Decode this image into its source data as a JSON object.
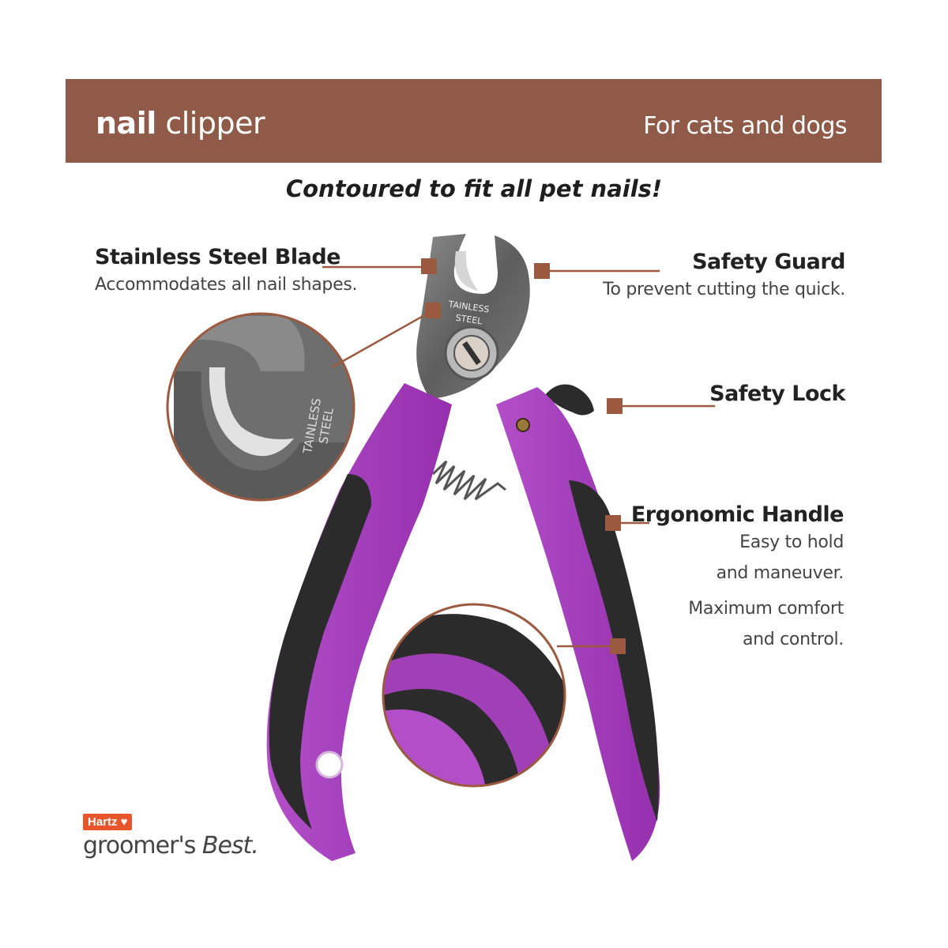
{
  "banner": {
    "title_bold": "nail",
    "title_light": "clipper",
    "subtitle": "For cats and dogs"
  },
  "tagline": "Contoured to fit all pet nails!",
  "features": {
    "blade": {
      "title": "Stainless Steel Blade",
      "desc": [
        "Accommodates all nail shapes."
      ]
    },
    "guard": {
      "title": "Safety Guard",
      "desc": [
        "To prevent cutting the quick."
      ]
    },
    "lock": {
      "title": "Safety Lock",
      "desc": []
    },
    "handle": {
      "title": "Ergonomic Handle",
      "desc": [
        "Easy to hold",
        "and maneuver.",
        "Maximum comfort",
        "and control."
      ]
    }
  },
  "blade_engraving": [
    "TAINLESS",
    "STEEL"
  ],
  "brand": {
    "badge": "Hartz",
    "name_1": "groomer's",
    "name_2": "Best."
  },
  "colors": {
    "banner": "#8f5a48",
    "callout": "#9b5a3f",
    "handle_purple": "#a13fb6",
    "grip_black": "#2b2b2b",
    "steel": "#6f6f6f",
    "brand_orange": "#e8552a"
  }
}
